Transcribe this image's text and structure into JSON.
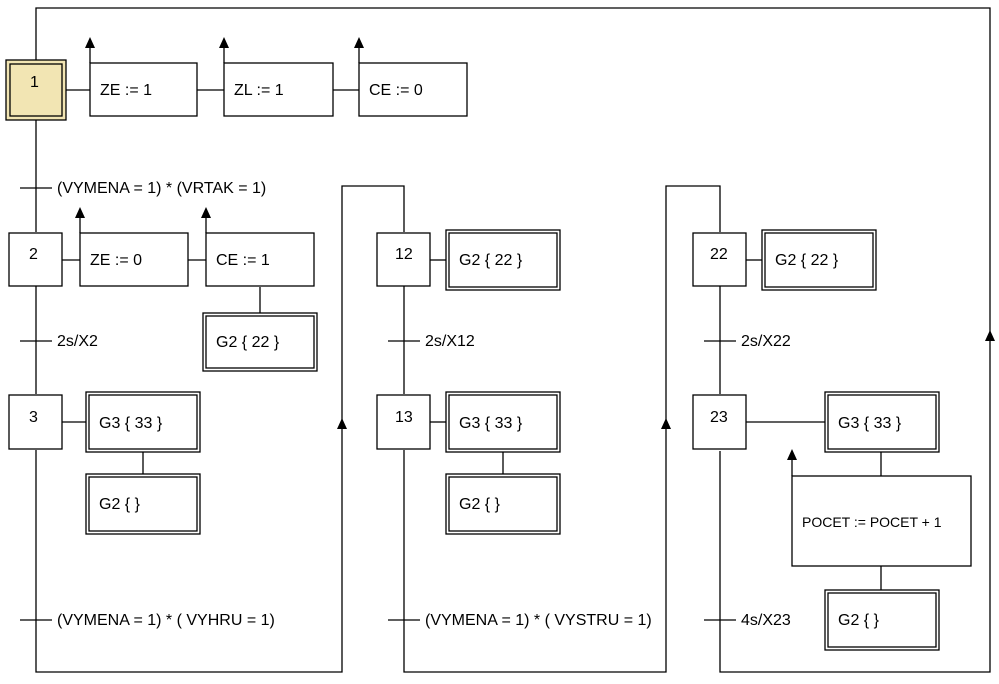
{
  "steps": {
    "s1": "1",
    "s2": "2",
    "s3": "3",
    "s12": "12",
    "s13": "13",
    "s22": "22",
    "s23": "23"
  },
  "actions": {
    "ze_set_1": "ZE := 1",
    "zl_set_1": "ZL := 1",
    "ce_set_0": "CE := 0",
    "ze_set_0": "ZE := 0",
    "ce_set_1": "CE := 1",
    "g2_22_step2": "G2 { 22 }",
    "g3_33_step3": "G3 { 33 }",
    "g2_empty_step3": "G2 {  }",
    "g2_22_step12": "G2 { 22 }",
    "g3_33_step13": "G3 { 33 }",
    "g2_empty_step13": "G2 {  }",
    "g2_22_step22": "G2 { 22 }",
    "g3_33_step23": "G3 { 33 }",
    "pocet_increment": "POCET := POCET + 1",
    "g2_empty_step23": "G2 {  }"
  },
  "transitions": {
    "t1": "(VYMENA = 1) * (VRTAK = 1)",
    "t2": "2s/X2",
    "t3": "(VYMENA = 1) * ( VYHRU = 1)",
    "t12": "2s/X12",
    "t13": "(VYMENA = 1) * ( VYSTRU = 1)",
    "t22": "2s/X22",
    "t23": "4s/X23"
  },
  "colors": {
    "initial_step_fill": "#f2e5b3",
    "line": "#000000",
    "background": "#ffffff"
  }
}
